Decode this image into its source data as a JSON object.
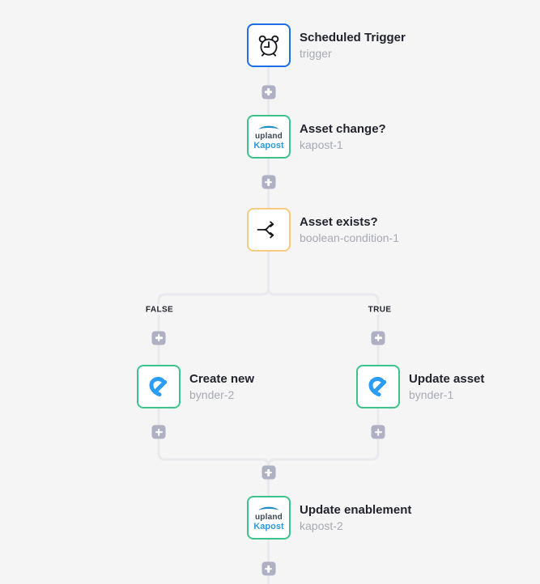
{
  "canvas": {
    "background_color": "#f5f5f6",
    "connector_color": "#e9e9ee",
    "plus_button_color": "#aeb0c3"
  },
  "workflow": {
    "nodes": [
      {
        "title": "Scheduled Trigger",
        "subtitle": "trigger",
        "icon": "alarm-clock-icon",
        "accent_color": "#1d6fe8"
      },
      {
        "title": "Asset change?",
        "subtitle": "kapost-1",
        "icon": "kapost-logo",
        "accent_color": "#3dc28c"
      },
      {
        "title": "Asset exists?",
        "subtitle": "boolean-condition-1",
        "icon": "branch-split-icon",
        "accent_color": "#f8ca7d"
      },
      {
        "title": "Create new",
        "subtitle": "bynder-2",
        "icon": "bynder-logo",
        "accent_color": "#3dc28c"
      },
      {
        "title": "Update asset",
        "subtitle": "bynder-1",
        "icon": "bynder-logo",
        "accent_color": "#3dc28c"
      },
      {
        "title": "Update enablement",
        "subtitle": "kapost-2",
        "icon": "kapost-logo",
        "accent_color": "#3dc28c"
      }
    ],
    "branch": {
      "false_label": "FALSE",
      "true_label": "TRUE"
    },
    "kapost_logo": {
      "top_text": "upland",
      "bottom_text": "Kapost",
      "arc_color": "#1d8dc4",
      "top_text_color": "#3c4858",
      "bottom_text_color": "#2d9cd8"
    },
    "bynder_logo": {
      "color": "#2d9cf4"
    },
    "icon_stroke_color": "#16181f"
  }
}
